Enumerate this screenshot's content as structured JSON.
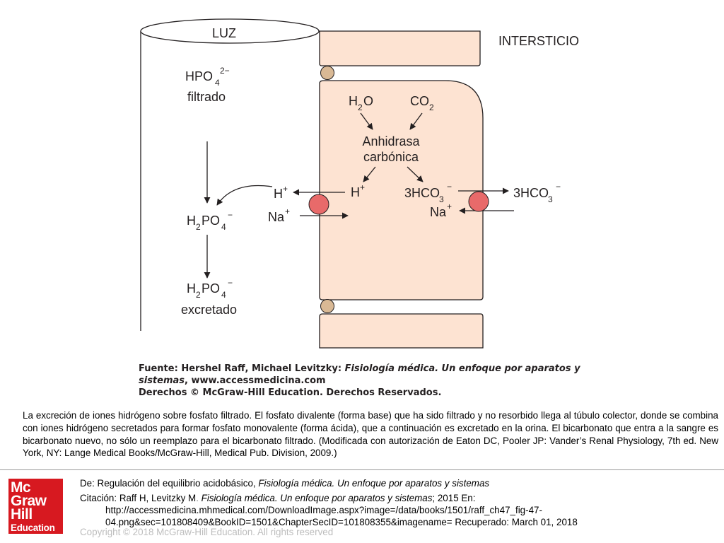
{
  "diagram": {
    "luz_label": "LUZ",
    "intersticio_label": "INTERSTICIO",
    "lumen": {
      "hpo4_base": "HPO",
      "hpo4_sub": "4",
      "hpo4_sup": "2−",
      "filtrado": "filtrado",
      "h2po4_a": "H",
      "h2po4_a_sub": "2",
      "h2po4_b": "PO",
      "h2po4_b_sub": "4",
      "h2po4_sup": "−",
      "excretado": "excretado"
    },
    "cell": {
      "h2o_a": "H",
      "h2o_sub": "2",
      "h2o_b": "O",
      "co2_a": "CO",
      "co2_sub": "2",
      "enzyme_line1": "Anhidrasa",
      "enzyme_line2": "carbónica",
      "h_plus": "H",
      "plus_sign": "+",
      "hco3_a": "3HCO",
      "hco3_sub": "3",
      "minus_sign": "−",
      "na": "Na"
    }
  },
  "source": {
    "line1_prefix": "Fuente: Hershel Raff, Michael Levitzky: ",
    "line1_italic": "Fisiología médica. Un enfoque por aparatos y",
    "line2_italic": "sistemas",
    "line2_rest": ", www.accessmedicina.com",
    "line3": "Derechos © McGraw-Hill Education. Derechos Reservados."
  },
  "caption": " La excreción de iones hidrógeno sobre fosfato filtrado. El fosfato divalente (forma base) que ha sido filtrado y no resorbido llega al túbulo colector, donde se combina con iones hidrógeno secretados para formar fosfato monovalente (forma ácida), que a continuación es excretado en la orina. El bicarbonato que entra a la sangre es bicarbonato nuevo, no sólo un reemplazo para el bicarbonato filtrado. (Modificada con autorización de Eaton DC, Pooler JP: Vander’s Renal Physiology, 7th ed. New York, NY: Lange Medical Books/McGraw-Hill, Medical Pub. Division, 2009.)",
  "footer": {
    "de_prefix": "De: Regulación del equilibrio acidobásico, ",
    "de_italic": "Fisiología médica. Un enfoque por aparatos y sistemas",
    "cit_prefix": "Citación: Raff H, Levitzky M",
    "cit_sep": ". ",
    "cit_italic": "Fisiología médica. Un enfoque por aparatos y sistemas",
    "cit_rest": "; 2015 En:",
    "url_line1": "http://accessmedicina.mhmedical.com/DownloadImage.aspx?image=/data/books/1501/raff_ch47_fig-47-",
    "url_line2": "04.png&sec=101808409&BookID=1501&ChapterSecID=101808355&imagename= Recuperado: March 01, 2018",
    "copyright": "Copyright © 2018 McGraw-Hill Education. All rights reserved"
  },
  "logo": {
    "line1": "Mc",
    "line2": "Graw",
    "line3": "Hill",
    "line4": "Education"
  },
  "colors": {
    "cell_fill": "#fde3d2",
    "cell_stroke": "#231f20",
    "junction_fill": "#d9b995",
    "transporter_fill": "#e86a6a",
    "logo_red": "#d71920"
  }
}
